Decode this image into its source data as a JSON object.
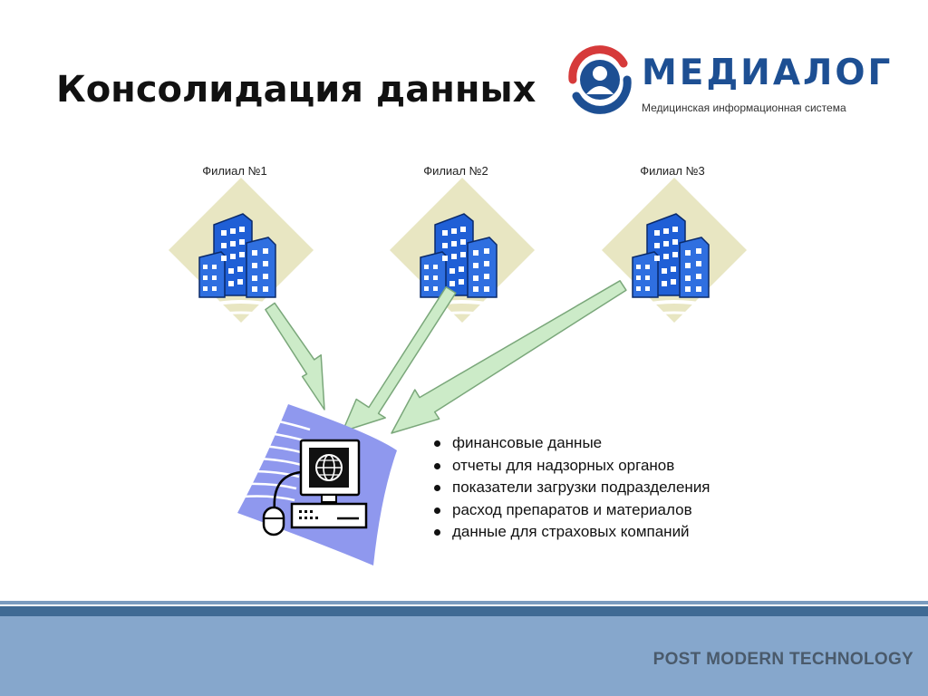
{
  "title": "Консолидация данных",
  "logo": {
    "name": "МЕДИАЛОГ",
    "tagline": "Медицинская информационная система",
    "colors": {
      "red": "#d63a3a",
      "blue": "#1d4f93"
    }
  },
  "branches": [
    {
      "label": "Филиал №1",
      "icon": "office-building-icon"
    },
    {
      "label": "Филиал №2",
      "icon": "office-building-icon"
    },
    {
      "label": "Филиал №3",
      "icon": "office-building-icon"
    }
  ],
  "center": {
    "icon": "computer-workstation-icon"
  },
  "data_items": [
    "финансовые данные",
    "отчеты для надзорных органов",
    "показатели загрузки подразделения",
    "расход препаратов и материалов",
    "данные для страховых компаний"
  ],
  "footer": {
    "text": "POST MODERN TECHNOLOGY"
  },
  "colors": {
    "arrow_fill": "#ccebc8",
    "arrow_stroke": "#7aa77a",
    "building": "#2f6fe0",
    "diamond": "#e8e6c2",
    "footer_band": "#86a7cc"
  }
}
